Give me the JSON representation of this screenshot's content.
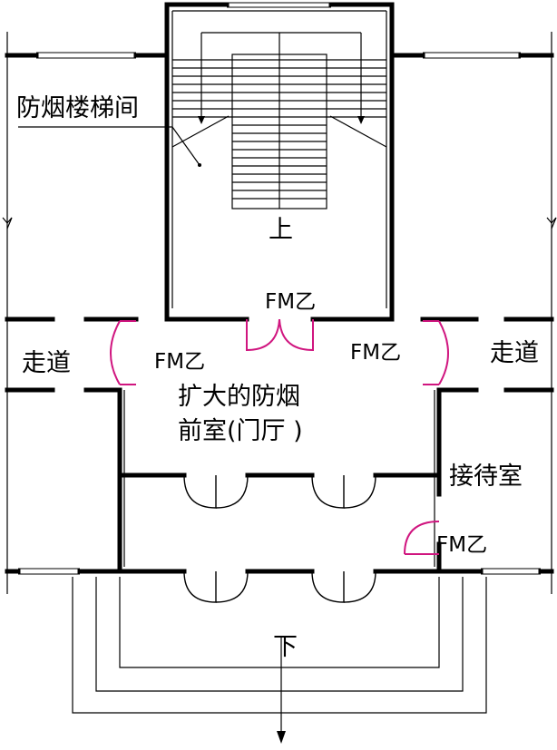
{
  "labels": {
    "stair_room": "防烟楼梯间",
    "up": "上",
    "down": "下",
    "corridor_left": "走道",
    "corridor_right": "走道",
    "lobby_line1": "扩大的防烟",
    "lobby_line2": "前室(门厅 )",
    "reception": "接待室",
    "fm_top": "FM乙",
    "fm_left": "FM乙",
    "fm_right": "FM乙",
    "fm_reception": "FM乙"
  },
  "colors": {
    "line": "#000000",
    "fire_door": "#d0157f"
  }
}
